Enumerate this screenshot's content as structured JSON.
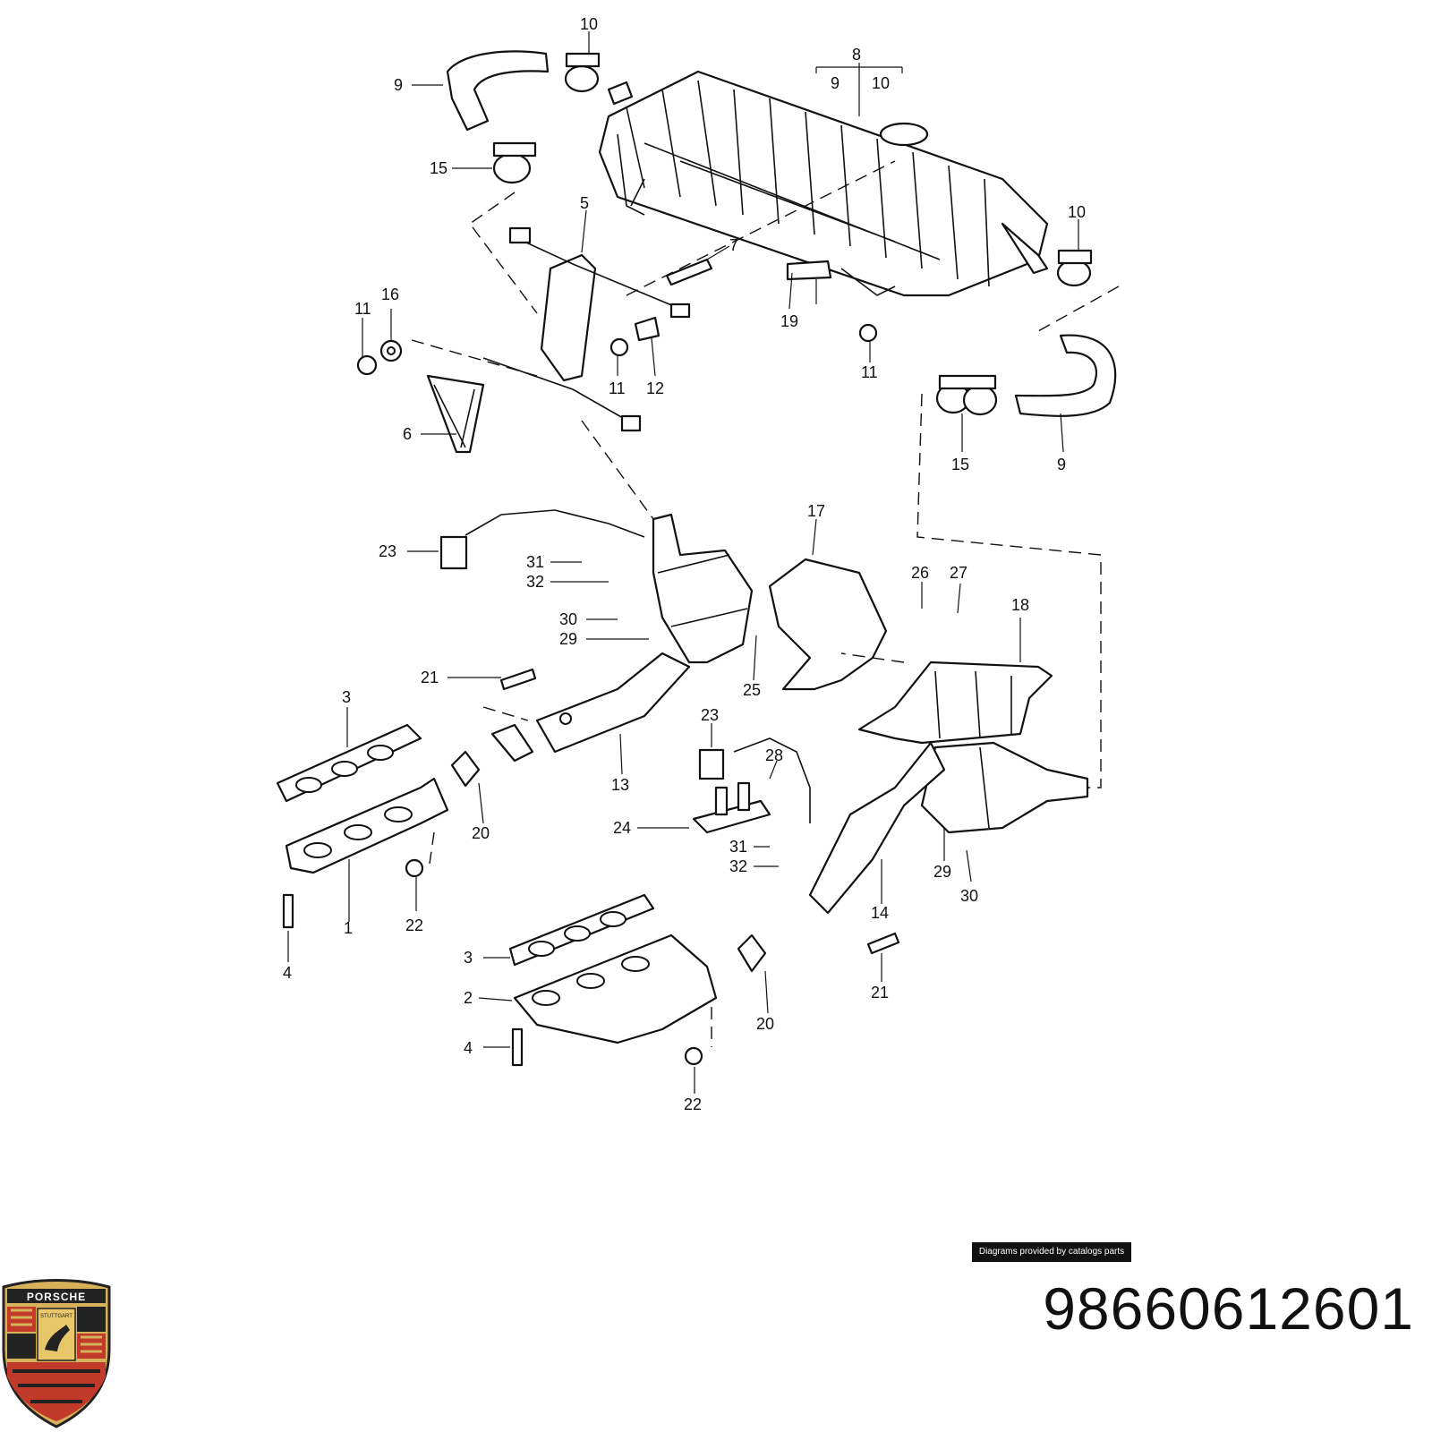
{
  "diagram": {
    "labels": [
      {
        "id": "l10a",
        "text": "10"
      },
      {
        "id": "l9a",
        "text": "9"
      },
      {
        "id": "l8",
        "text": "8"
      },
      {
        "id": "l8-9",
        "text": "9"
      },
      {
        "id": "l8-10",
        "text": "10"
      },
      {
        "id": "l15a",
        "text": "15"
      },
      {
        "id": "l5",
        "text": "5"
      },
      {
        "id": "l7",
        "text": "7"
      },
      {
        "id": "l10b",
        "text": "10"
      },
      {
        "id": "l11a",
        "text": "11"
      },
      {
        "id": "l16",
        "text": "16"
      },
      {
        "id": "l19",
        "text": "19"
      },
      {
        "id": "l11b",
        "text": "11"
      },
      {
        "id": "l12",
        "text": "12"
      },
      {
        "id": "l11c",
        "text": "11"
      },
      {
        "id": "l6",
        "text": "6"
      },
      {
        "id": "l15b",
        "text": "15"
      },
      {
        "id": "l9b",
        "text": "9"
      },
      {
        "id": "l23a",
        "text": "23"
      },
      {
        "id": "l17",
        "text": "17"
      },
      {
        "id": "l31a",
        "text": "31"
      },
      {
        "id": "l32a",
        "text": "32"
      },
      {
        "id": "l26",
        "text": "26"
      },
      {
        "id": "l27",
        "text": "27"
      },
      {
        "id": "l18",
        "text": "18"
      },
      {
        "id": "l30a",
        "text": "30"
      },
      {
        "id": "l29a",
        "text": "29"
      },
      {
        "id": "l21a",
        "text": "21"
      },
      {
        "id": "l25",
        "text": "25"
      },
      {
        "id": "l3a",
        "text": "3"
      },
      {
        "id": "l23b",
        "text": "23"
      },
      {
        "id": "l13",
        "text": "13"
      },
      {
        "id": "l28",
        "text": "28"
      },
      {
        "id": "l20a",
        "text": "20"
      },
      {
        "id": "l24",
        "text": "24"
      },
      {
        "id": "l31b",
        "text": "31"
      },
      {
        "id": "l29b",
        "text": "29"
      },
      {
        "id": "l32b",
        "text": "32"
      },
      {
        "id": "l30b",
        "text": "30"
      },
      {
        "id": "l22a",
        "text": "22"
      },
      {
        "id": "l1",
        "text": "1"
      },
      {
        "id": "l14",
        "text": "14"
      },
      {
        "id": "l4a",
        "text": "4"
      },
      {
        "id": "l3b",
        "text": "3"
      },
      {
        "id": "l21b",
        "text": "21"
      },
      {
        "id": "l2",
        "text": "2"
      },
      {
        "id": "l20b",
        "text": "20"
      },
      {
        "id": "l4b",
        "text": "4"
      },
      {
        "id": "l22b",
        "text": "22"
      }
    ]
  },
  "footer": {
    "credit": "Diagrams provided by catalogs parts",
    "part_number": "98660612601"
  },
  "logo": {
    "brand": "PORSCHE",
    "city": "STUTTGART"
  }
}
